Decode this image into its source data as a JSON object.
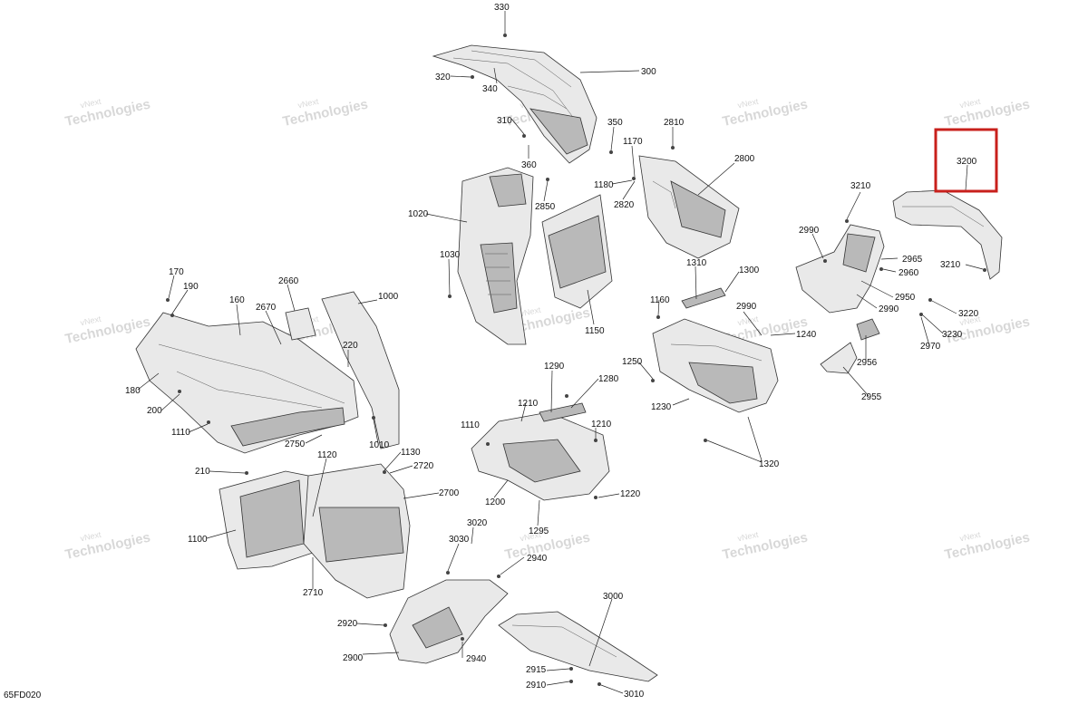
{
  "diagram_code": "65FD020",
  "watermark": {
    "line1": "vNext",
    "line2": "Technologies",
    "small": "vNext Technologies"
  },
  "highlighted_part": "3200",
  "callouts": {
    "c330": "330",
    "c300": "300",
    "c320": "320",
    "c340": "340",
    "c310": "310",
    "c360": "360",
    "c350": "350",
    "c2810": "2810",
    "c1170": "1170",
    "c1180": "1180",
    "c2800": "2800",
    "c2850": "2850",
    "c2820": "2820",
    "c1020": "1020",
    "c1030": "1030",
    "c1150": "1150",
    "c3200": "3200",
    "c3210a": "3210",
    "c3210b": "3210",
    "c2990a": "2990",
    "c2990b": "2990",
    "c2990c": "2990",
    "c2965": "2965",
    "c2960": "2960",
    "c2950": "2950",
    "c3220": "3220",
    "c3230": "3230",
    "c2970": "2970",
    "c2956": "2956",
    "c2955": "2955",
    "c1310": "1310",
    "c1300": "1300",
    "c1160": "1160",
    "c1240": "1240",
    "c1250": "1250",
    "c1230": "1230",
    "c1320": "1320",
    "c170": "170",
    "c190": "190",
    "c160": "160",
    "c2660": "2660",
    "c2670": "2670",
    "c1000": "1000",
    "c220": "220",
    "c180": "180",
    "c200": "200",
    "c1110a": "1110",
    "c1110b": "1110",
    "c2750": "2750",
    "c1010": "1010",
    "c210": "210",
    "c1120": "1120",
    "c1130": "1130",
    "c2720": "2720",
    "c2700": "2700",
    "c1100": "1100",
    "c2710": "2710",
    "c1290": "1290",
    "c1280": "1280",
    "c1210a": "1210",
    "c1210b": "1210",
    "c1200": "1200",
    "c1220": "1220",
    "c1295": "1295",
    "c3020": "3020",
    "c3030": "3030",
    "c2940a": "2940",
    "c2940b": "2940",
    "c2920": "2920",
    "c2900": "2900",
    "c3000": "3000",
    "c2915": "2915",
    "c2910": "2910",
    "c3010": "3010"
  }
}
